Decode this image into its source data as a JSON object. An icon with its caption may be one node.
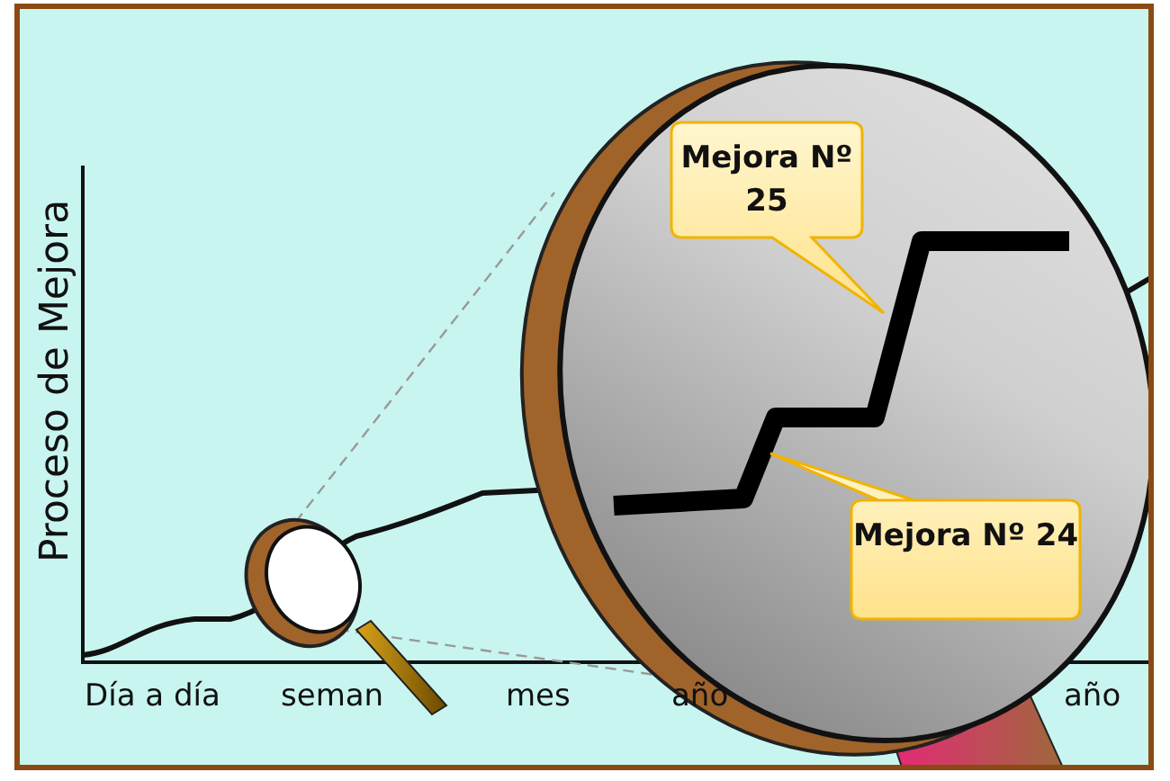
{
  "diagram": {
    "nodes": [
      {
        "text": [
          "Mejora Nº 25"
        ]
      },
      {
        "text": [
          "Mejora Nº 24"
        ]
      }
    ],
    "labels": [
      "Proceso de Mejora",
      "Día a día",
      "seman",
      "mes",
      "año",
      "año"
    ]
  }
}
